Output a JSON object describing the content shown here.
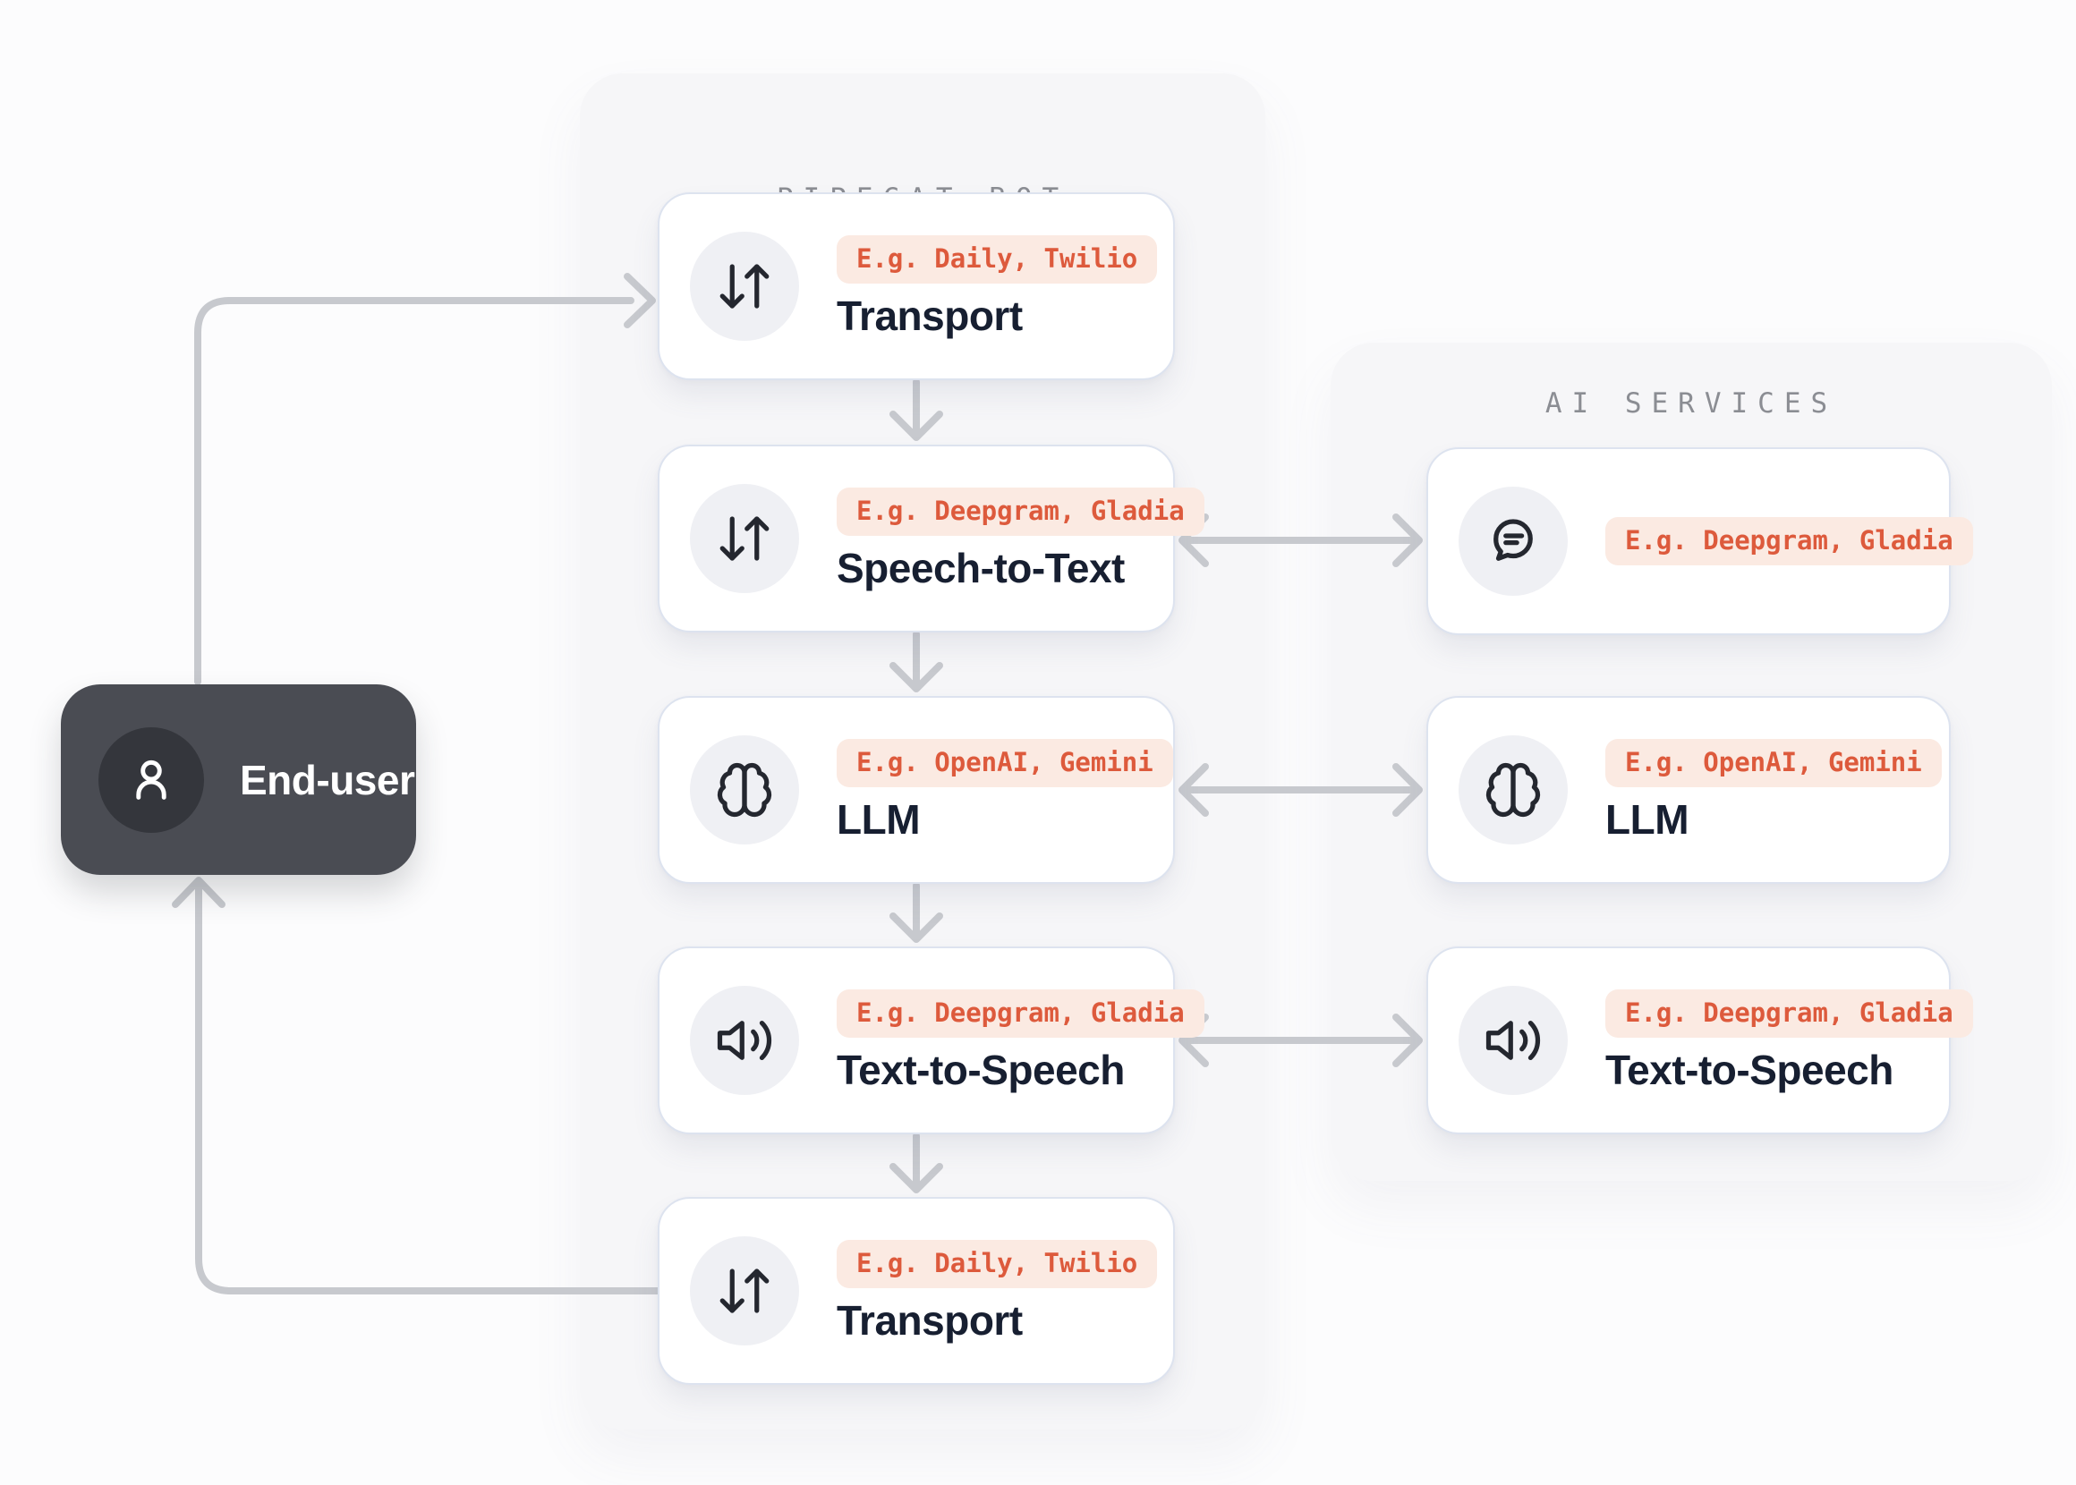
{
  "colors": {
    "page-bg": "#fcfcfd",
    "panel-bg": "#f6f6f8",
    "card-border": "#dde3ef",
    "badge-bg": "#fbeae2",
    "badge-text": "#dd5a3c",
    "title-text": "#171f31",
    "panel-title-text": "#8b8d93",
    "arrow": "#c7c9ce",
    "icon-circle-bg": "#eff0f4",
    "icon-stroke": "#24272f",
    "enduser-bg": "#4a4c53",
    "enduser-circle-bg": "#34363c"
  },
  "end_user": {
    "label": "End-user"
  },
  "pipecat_panel": {
    "title": "PIPECAT BOT",
    "cards": [
      {
        "icon": "transport-updown-icon",
        "badge": "E.g. Daily, Twilio",
        "title": "Transport"
      },
      {
        "icon": "transport-updown-icon",
        "badge": "E.g. Deepgram, Gladia",
        "title": "Speech-to-Text"
      },
      {
        "icon": "brain-icon",
        "badge": "E.g. OpenAI, Gemini",
        "title": "LLM"
      },
      {
        "icon": "speaker-icon",
        "badge": "E.g. Deepgram, Gladia",
        "title": "Text-to-Speech"
      },
      {
        "icon": "transport-updown-icon",
        "badge": "E.g. Daily, Twilio",
        "title": "Transport"
      }
    ]
  },
  "ai_services_panel": {
    "title": "AI SERVICES",
    "cards": [
      {
        "icon": "speech-bubble-icon",
        "badge": "E.g. Deepgram, Gladia",
        "title": ""
      },
      {
        "icon": "brain-icon",
        "badge": "E.g. OpenAI, Gemini",
        "title": "LLM"
      },
      {
        "icon": "speaker-icon",
        "badge": "E.g. Deepgram, Gladia",
        "title": "Text-to-Speech"
      }
    ]
  }
}
